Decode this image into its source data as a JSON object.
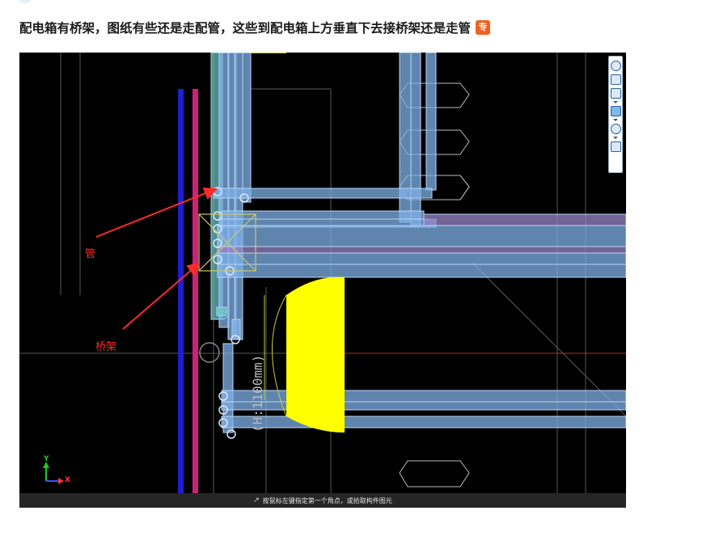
{
  "question": {
    "text": "配电箱有桥架，图纸有些还是走配管，这些到配电箱上方垂直下去接桥架还是走管",
    "badge": "专"
  },
  "viewport": {
    "annotations": {
      "pipe_label": "管",
      "tray_label": "桥架"
    },
    "dimension_text": "(H:1100mm)",
    "axis": {
      "y": "Y",
      "x": "X"
    },
    "status_text": "按鼠标左键指定第一个角点，或拾取构件图元",
    "colors": {
      "background": "#000000",
      "pipe": "#7fb0e8",
      "tray_blue": "#1f1fd0",
      "tray_magenta": "#d0207a",
      "box_fill": "#ffff00",
      "annotation": "#ff2a2a"
    }
  },
  "toolbar": {
    "icons": [
      "orbit-icon",
      "view-3d-icon",
      "cube-icon",
      "dropdown-icon",
      "solid-cube-icon",
      "dropdown-icon",
      "rotate-icon",
      "dropdown-icon",
      "settings-icon"
    ]
  }
}
